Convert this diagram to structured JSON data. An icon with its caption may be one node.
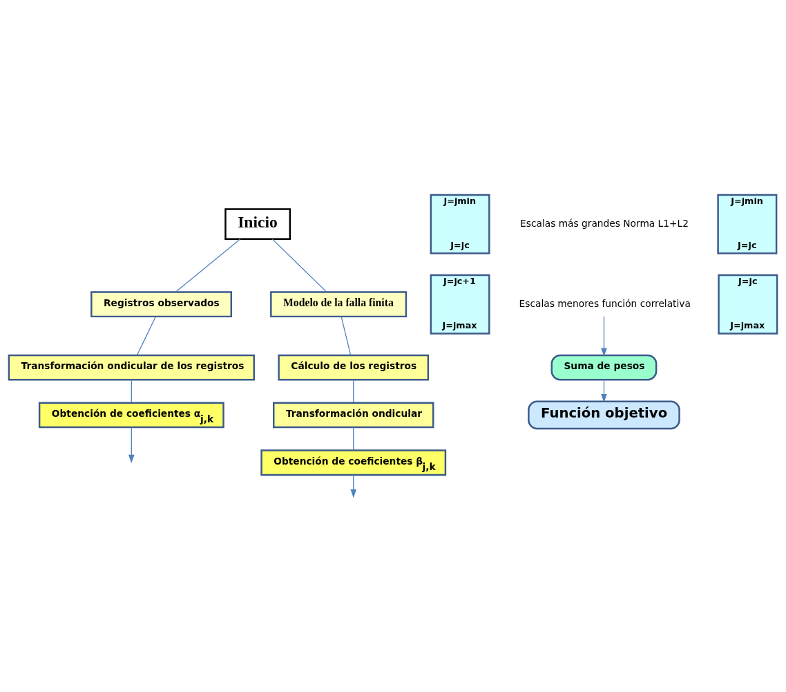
{
  "diagram": {
    "nodes": [
      {
        "text": [
          "Inicio"
        ]
      },
      {
        "text": [
          "Registros observados"
        ]
      },
      {
        "text": [
          "Modelo de la falla finita"
        ]
      },
      {
        "text": [
          "Transformación ondicular de los registros"
        ]
      },
      {
        "text": [
          "Obtención de coeficientes α$_{j,k}$"
        ]
      },
      {
        "text": [
          "Cálculo de los registros"
        ]
      },
      {
        "text": [
          "Transformación ondicular"
        ]
      },
      {
        "text": [
          "Obtención de coeficientes β$_{j,k}$"
        ]
      },
      {
        "text": [
          "J=jmin",
          "J=jc"
        ]
      },
      {
        "text": [
          "J=jc+1",
          "J=jmax"
        ]
      },
      {
        "text": [
          "J=jmin",
          "J=jc"
        ]
      },
      {
        "text": [
          "J=jc",
          "J=jmax"
        ]
      },
      {
        "text": [
          "Escalas menores función correlativa"
        ]
      },
      {
        "text": [
          "Suma de pesos"
        ]
      },
      {
        "text": [
          "Función objetivo"
        ]
      }
    ],
    "edges": [
      {
        "from": 0,
        "to": 1,
        "arrow": "none"
      },
      {
        "from": 0,
        "to": 2,
        "arrow": "none"
      },
      {
        "from": 1,
        "to": 3,
        "arrow": "none"
      },
      {
        "from": 3,
        "to": 4,
        "arrow": "none"
      },
      {
        "from": 2,
        "to": 5,
        "arrow": "none"
      },
      {
        "from": 5,
        "to": 6,
        "arrow": "none"
      },
      {
        "from": 6,
        "to": 7,
        "arrow": "none"
      },
      {
        "from": 4,
        "to": null,
        "arrow": "to"
      },
      {
        "from": 7,
        "to": null,
        "arrow": "to"
      },
      {
        "from": 12,
        "to": 13,
        "arrow": "to"
      },
      {
        "from": 13,
        "to": 14,
        "arrow": "to"
      }
    ],
    "labels": [
      "Escalas más grandes Norma L1+L2"
    ]
  }
}
